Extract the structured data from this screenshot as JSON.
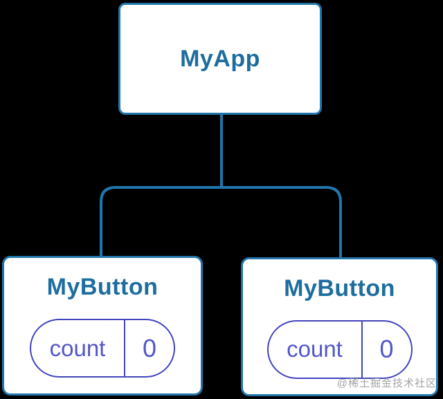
{
  "diagram": {
    "type": "component-tree",
    "root": {
      "label": "MyApp"
    },
    "children": [
      {
        "label": "MyButton",
        "state": {
          "name": "count",
          "value": "0"
        }
      },
      {
        "label": "MyButton",
        "state": {
          "name": "count",
          "value": "0"
        }
      }
    ]
  },
  "watermark": {
    "text": "@稀土掘金技术社区"
  },
  "colors": {
    "background": "#000000",
    "node-fill": "#ffffff",
    "node-border": "#2076ad",
    "node-text": "#1d6d9e",
    "connector": "#2076ad",
    "pill-border": "#4144be",
    "pill-text": "#5256c8",
    "watermark-text": "#a3a3a3"
  }
}
